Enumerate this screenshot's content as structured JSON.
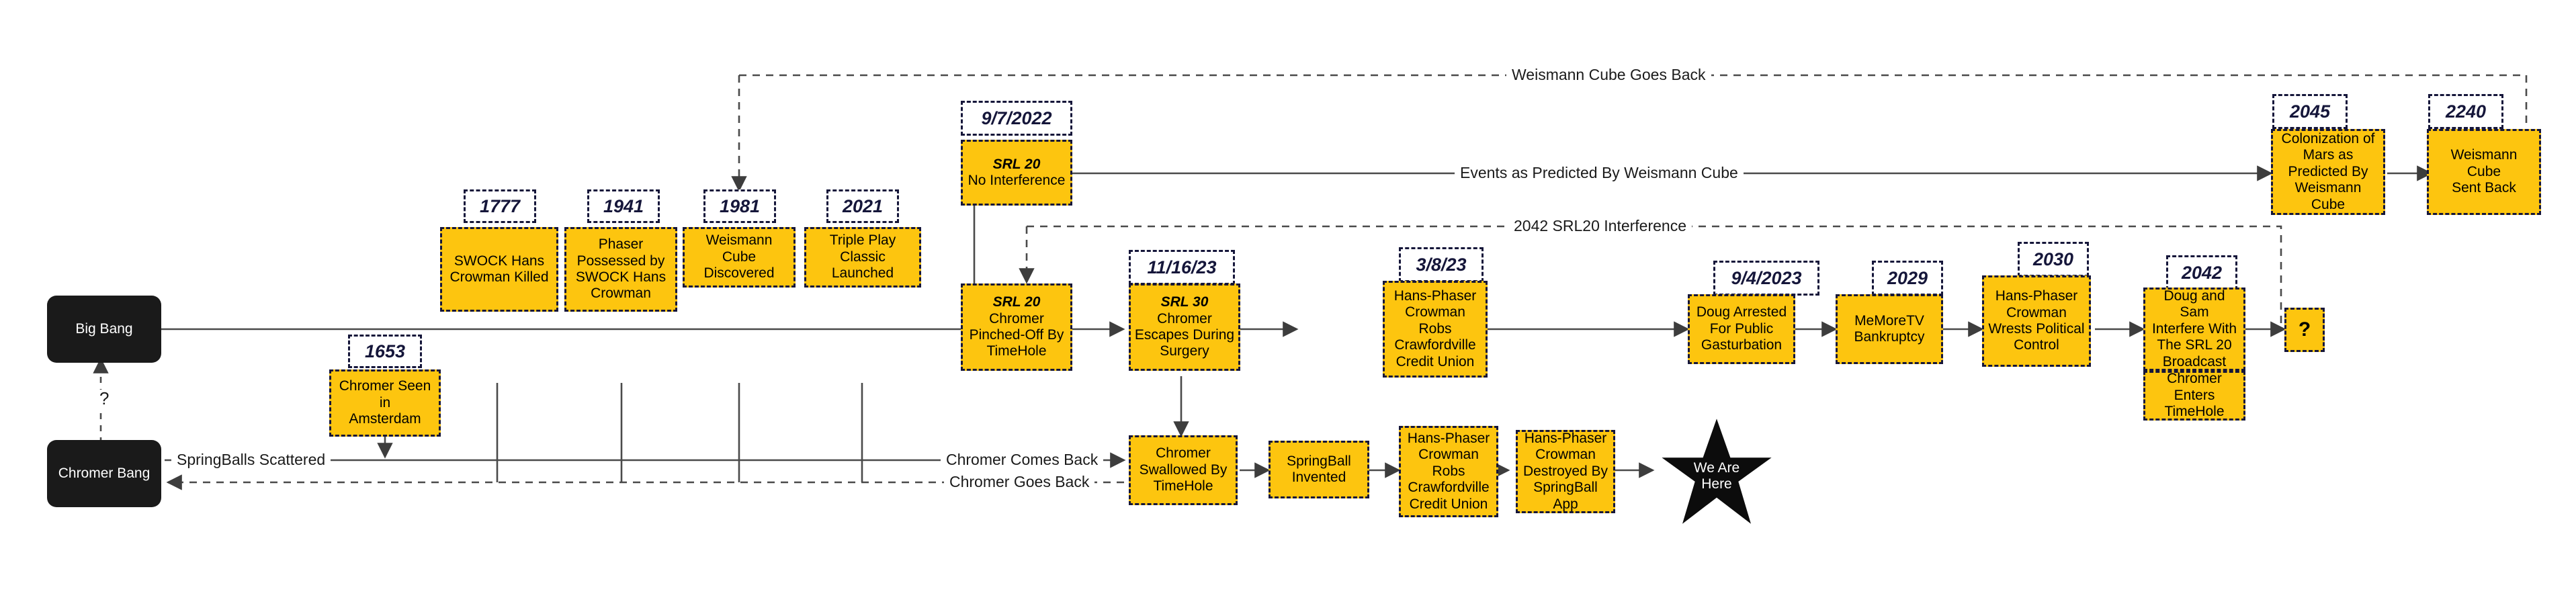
{
  "diagram": {
    "title": "Timeline Diagram",
    "colors": {
      "node_fill": "#FDC50F",
      "node_stroke": "#15163a",
      "bang_fill": "#1a1a1a",
      "line": "#4a4a4a",
      "date_text": "#15163a"
    }
  },
  "origins": [
    {
      "id": "big-bang",
      "label": "Big Bang"
    },
    {
      "id": "chromer-bang",
      "label": "Chromer Bang"
    }
  ],
  "unknown_link_label": "?",
  "dates": [
    {
      "id": "d1777",
      "label": "1777"
    },
    {
      "id": "d1941",
      "label": "1941"
    },
    {
      "id": "d1981",
      "label": "1981"
    },
    {
      "id": "d2021",
      "label": "2021"
    },
    {
      "id": "d1653",
      "label": "1653"
    },
    {
      "id": "d972022",
      "label": "9/7/2022"
    },
    {
      "id": "d111623",
      "label": "11/16/23"
    },
    {
      "id": "d3823",
      "label": "3/8/23"
    },
    {
      "id": "d942023",
      "label": "9/4/2023"
    },
    {
      "id": "d2029",
      "label": "2029"
    },
    {
      "id": "d2030",
      "label": "2030"
    },
    {
      "id": "d2042",
      "label": "2042"
    },
    {
      "id": "d2045",
      "label": "2045"
    },
    {
      "id": "d2240",
      "label": "2240"
    }
  ],
  "events": {
    "swock_killed": {
      "title": "",
      "text": "SWOCK Hans\nCrowman Killed"
    },
    "phaser_possessed": {
      "title": "",
      "text": "Phaser\nPossessed by\nSWOCK Hans\nCrowman"
    },
    "weismann_discovered": {
      "title": "",
      "text": "Weismann Cube\nDiscovered"
    },
    "triple_play": {
      "title": "",
      "text": "Triple Play\nClassic Launched"
    },
    "chromer_amsterdam": {
      "title": "",
      "text": "Chromer Seen in\nAmsterdam"
    },
    "srl20_no_interference": {
      "title": "SRL 20",
      "text": "No Interference"
    },
    "srl20_pinched": {
      "title": "SRL 20",
      "text": "Chromer\nPinched-Off By\nTimeHole"
    },
    "srl30_escapes": {
      "title": "SRL 30",
      "text": "Chromer\nEscapes During\nSurgery"
    },
    "robs_credit_union_top": {
      "title": "",
      "text": "Hans-Phaser\nCrowman\nRobs\nCrawfordville\nCredit Union"
    },
    "doug_arrested": {
      "title": "",
      "text": "Doug Arrested\nFor Public\nGasturbation"
    },
    "memoretv_bankruptcy": {
      "title": "",
      "text": "MeMoreTV\nBankruptcy"
    },
    "wrests_political": {
      "title": "",
      "text": "Hans-Phaser\nCrowman\nWrests Political\nControl"
    },
    "doug_sam_interfere": {
      "title": "",
      "text": "Doug and Sam\nInterfere With\nThe SRL 20\nBroadcast"
    },
    "chromer_enters_timehole": {
      "title": "",
      "text": "Chromer Enters\nTimeHole"
    },
    "question_mark": {
      "title": "",
      "text": "?"
    },
    "colonization_mars": {
      "title": "",
      "text": "Colonization of\nMars as\nPredicted By\nWeismann Cube"
    },
    "weismann_sent_back": {
      "title": "",
      "text": "Weismann Cube\nSent Back"
    },
    "chromer_swallowed": {
      "title": "",
      "text": "Chromer\nSwallowed By\nTimeHole"
    },
    "springball_invented": {
      "title": "",
      "text": "SpringBall\nInvented"
    },
    "robs_credit_union_bottom": {
      "title": "",
      "text": "Hans-Phaser\nCrowman\nRobs\nCrawfordville\nCredit Union"
    },
    "destroyed_by_app": {
      "title": "",
      "text": "Hans-Phaser\nCrowman\nDestroyed By\nSpringBall App"
    }
  },
  "marker": {
    "label": "We Are\nHere"
  },
  "edge_labels": {
    "weismann_goes_back": "Weismann Cube Goes Back",
    "events_predicted": "Events as Predicted By Weismann Cube",
    "srl20_interference": "2042 SRL20 Interference",
    "springballs_scattered": "SpringBalls Scattered",
    "chromer_comes_back": "Chromer Comes Back",
    "chromer_goes_back": "Chromer Goes Back",
    "question": "?"
  }
}
